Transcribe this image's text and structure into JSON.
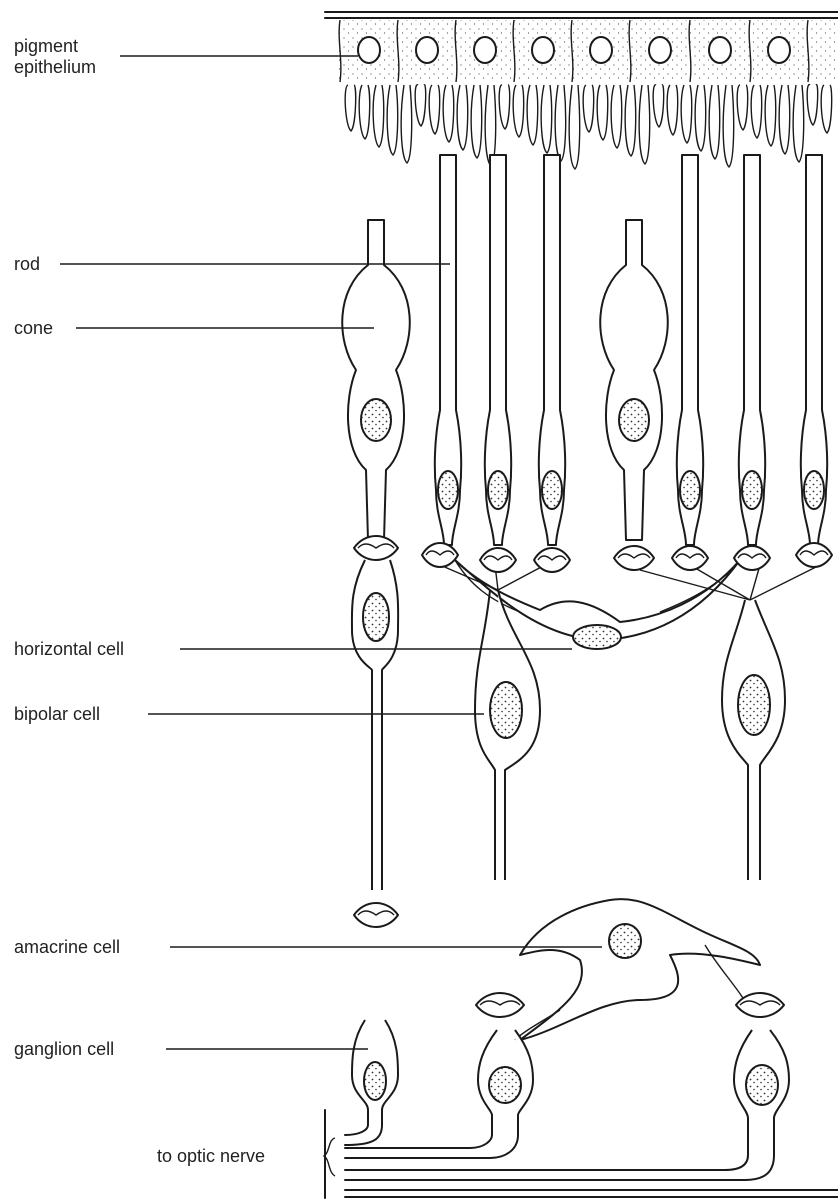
{
  "labels": {
    "pigment_line1": "pigment",
    "pigment_line2": "epithelium",
    "rod": "rod",
    "cone": "cone",
    "horizontal_cell": "horizontal cell",
    "bipolar_cell": "bipolar cell",
    "amacrine_cell": "amacrine cell",
    "ganglion_cell": "ganglion cell",
    "optic_nerve": "to optic nerve"
  },
  "colors": {
    "ink": "#1a1a1a",
    "background": "#ffffff",
    "text": "#222222"
  }
}
